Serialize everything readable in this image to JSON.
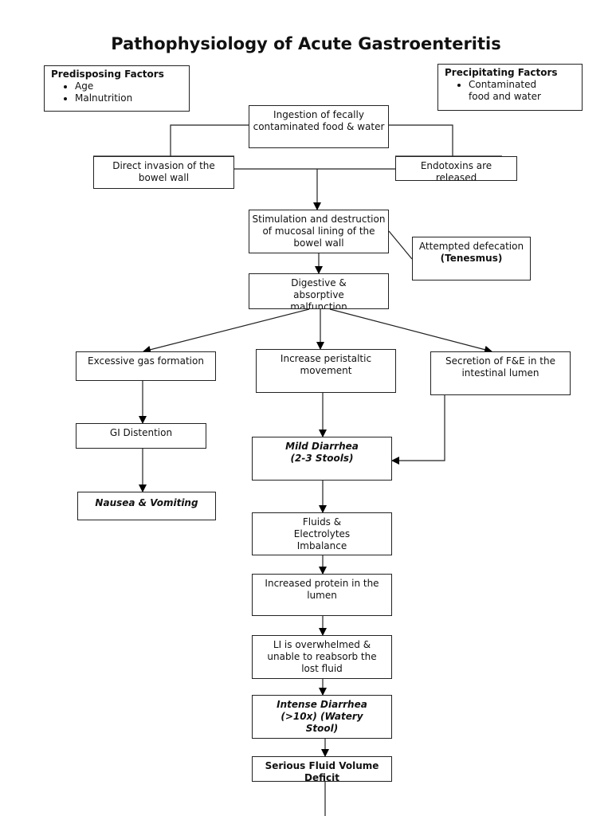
{
  "title": "Pathophysiology of Acute Gastroenteritis",
  "predisposing": {
    "heading": "Predisposing Factors",
    "items": [
      "Age",
      "Malnutrition"
    ]
  },
  "precipitating": {
    "heading": "Precipitating Factors",
    "items": [
      "Contaminated food and water"
    ]
  },
  "nodes": {
    "ingestion": "Ingestion of fecally contaminated food & water",
    "invasion": "Direct invasion of the bowel wall",
    "endotoxins": "Endotoxins are released",
    "stimulation": "Stimulation and destruction of mucosal lining of the bowel wall",
    "tenesmus_text": "Attempted defecation",
    "tenesmus_bold": "(Tenesmus)",
    "digestive": "Digestive & absorptive malfunction",
    "gas": "Excessive gas formation",
    "peristaltic": "Increase peristaltic movement",
    "secretion": "Secretion of F&E in the intestinal lumen",
    "distention": "GI Distention",
    "mild": "Mild Diarrhea (2-3 Stools)",
    "nausea": "Nausea & Vomiting",
    "fluids": "Fluids & Electrolytes Imbalance",
    "protein": "Increased protein in the lumen",
    "li": "LI is overwhelmed & unable to reabsorb the lost fluid",
    "intense": "Intense Diarrhea (>10x) (Watery Stool)",
    "serious": "Serious Fluid Volume Deficit"
  }
}
